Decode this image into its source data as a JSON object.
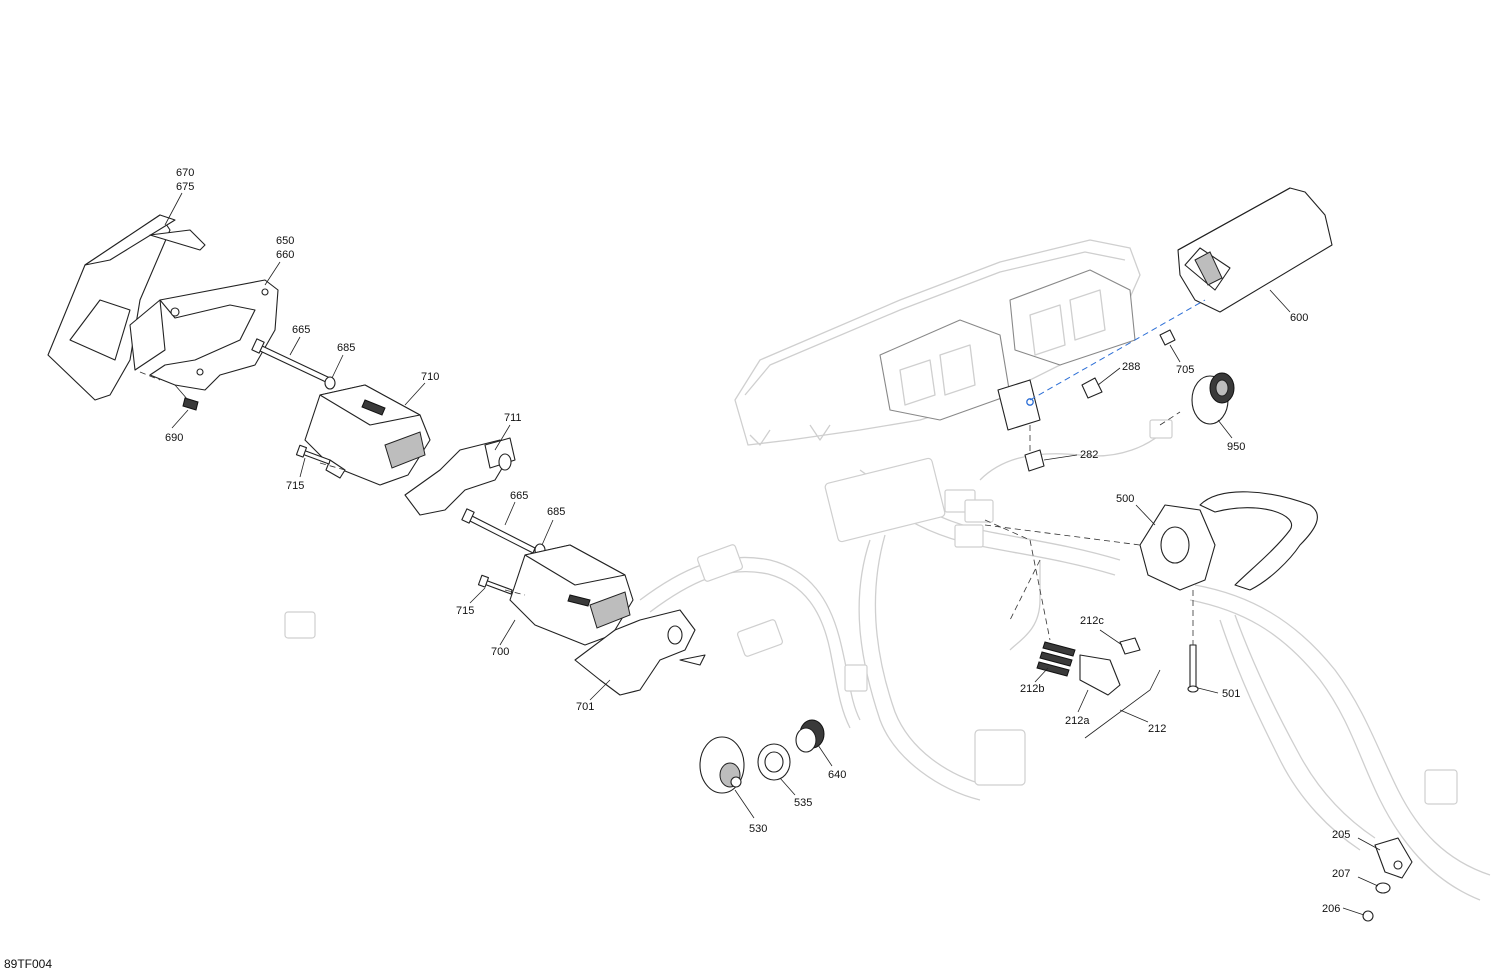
{
  "figure_reference": "89TF004",
  "callouts": {
    "c670": "670",
    "c675": "675",
    "c650": "650",
    "c660": "660",
    "c665a": "665",
    "c685a": "685",
    "c690": "690",
    "c710": "710",
    "c711": "711",
    "c715a": "715",
    "c665b": "665",
    "c685b": "685",
    "c715b": "715",
    "c700": "700",
    "c701": "701",
    "c530": "530",
    "c535": "535",
    "c640": "640",
    "c600": "600",
    "c705": "705",
    "c288": "288",
    "c282": "282",
    "c950": "950",
    "c500": "500",
    "c212c": "212c",
    "c212b": "212b",
    "c212a": "212a",
    "c212": "212",
    "c501": "501",
    "c205": "205",
    "c207": "207",
    "c206": "206"
  },
  "colors": {
    "line": "#222222",
    "ghost": "#cfcfcf",
    "highlight": "#2d6fd6"
  }
}
